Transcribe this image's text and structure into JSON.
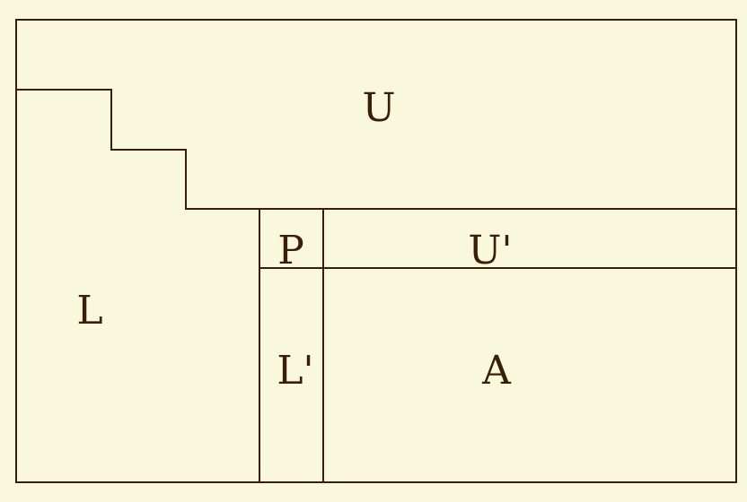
{
  "diagram": {
    "colors": {
      "background": "#FAF8DC",
      "line": "#3A1F08",
      "text": "#3A1F08"
    },
    "labels": {
      "U": "U",
      "L": "L",
      "P": "P",
      "U_prime": "U'",
      "L_prime": "L'",
      "A": "A"
    }
  }
}
